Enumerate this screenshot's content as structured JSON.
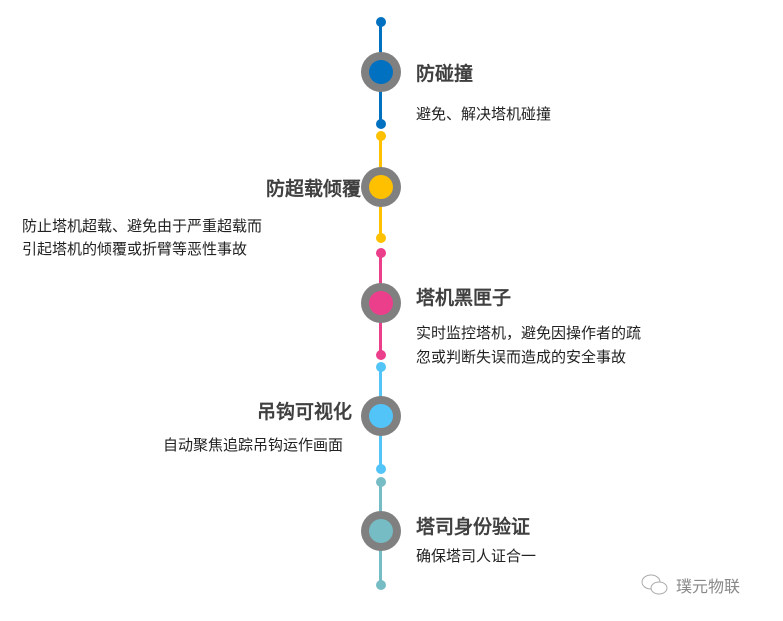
{
  "items": [
    {
      "title": "防碰撞",
      "desc": [
        "避免、解决塔机碰撞"
      ],
      "color": "#0070C0"
    },
    {
      "title": "防超载倾覆",
      "desc": [
        "防止塔机超载、避免由于严重超载而",
        "引起塔机的倾覆或折臂等恶性事故"
      ],
      "color": "#FFC000"
    },
    {
      "title": "塔机黑匣子",
      "desc": [
        "实时监控塔机，避免因操作者的疏",
        "忽或判断失误而造成的安全事故"
      ],
      "color": "#EC3F8B"
    },
    {
      "title": "吊钩可视化",
      "desc": [
        "自动聚焦追踪吊钩运作画面"
      ],
      "color": "#52C4F7"
    },
    {
      "title": "塔司身份验证",
      "desc": [
        "确保塔司人证合一"
      ],
      "color": "#76BCC4"
    }
  ],
  "watermark": "璞元物联"
}
